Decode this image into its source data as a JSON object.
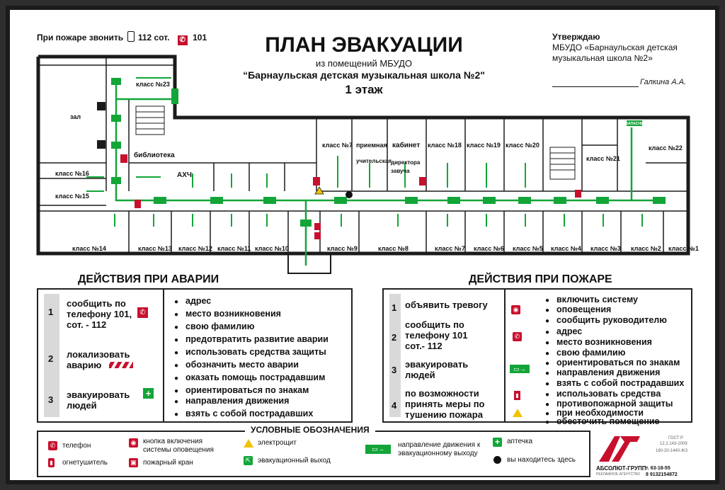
{
  "header": {
    "fire_call_prefix": "При пожаре звонить",
    "fire_call_mobile": "112 сот.",
    "fire_call_phone": "101",
    "title": "ПЛАН ЭВАКУАЦИИ",
    "subtitle1": "из помещений МБУДО",
    "subtitle2": "“Барнаульская детская музыкальная школа №2\"",
    "floor": "1 этаж"
  },
  "approval": {
    "title": "Утверждаю",
    "line1": "МБУДО «Барнаульская детская",
    "line2": "музыкальная школа №2»",
    "signer": "Галкина А.А."
  },
  "rooms": {
    "zal": "зал",
    "klass23": "класс №23",
    "biblioteka": "библиотека",
    "klass16": "класс №16",
    "klass15": "класс №15",
    "akhch": "АХЧ",
    "klass14": "класс №14",
    "klass13": "класс №13",
    "klass12": "класс №12",
    "klass11": "класс №11",
    "klass10": "класс №10",
    "klass9": "класс №9",
    "klass8": "класс №8",
    "klass7b": "класс №7",
    "klass6": "класс №6",
    "klass5": "класс №5",
    "klass4": "класс №4",
    "klass3": "класс №3",
    "klass2": "класс №2",
    "klass1": "класс №1",
    "klass7": "класс №7",
    "priemnaya": "приемная",
    "uchitelskaya": "учительская",
    "kabinet": "кабинет",
    "direktora1": "директора",
    "direktora2": "завуча",
    "klass18": "класс №18",
    "klass19": "класс №19",
    "klass20": "класс №20",
    "klass21": "класс №21",
    "klass22": "класс №22",
    "exit_label": "ЗАПАСНЫЙ ВЫХОД"
  },
  "accident": {
    "heading": "ДЕЙСТВИЯ ПРИ АВАРИИ",
    "steps": [
      {
        "num": "1",
        "text1": "сообщить по",
        "text2": "телефону 101,",
        "text3": "сот. - 112"
      },
      {
        "num": "2",
        "text1": "локализовать",
        "text2": "аварию"
      },
      {
        "num": "3",
        "text1": "эвакуировать",
        "text2": "людей"
      }
    ],
    "bullets": [
      "адрес",
      "место возникновения",
      "свою фамилию",
      "предотвратить развитие аварии",
      "использовать средства защиты",
      "обозначить место аварии",
      "оказать помощь пострадавшим",
      "ориентироваться по знакам",
      "направления движения",
      "взять с собой пострадавших"
    ]
  },
  "fire": {
    "heading": "ДЕЙСТВИЯ ПРИ ПОЖАРЕ",
    "steps": [
      {
        "num": "1",
        "text1": "объявить тревогу"
      },
      {
        "num": "2",
        "text1": "сообщить по",
        "text2": "телефону 101",
        "text3": "сот.- 112"
      },
      {
        "num": "3",
        "text1": "эвакуировать",
        "text2": "людей"
      },
      {
        "num": "4",
        "text1": "по возможности",
        "text2": "принять меры по",
        "text3": "тушению пожара"
      }
    ],
    "bullets": [
      "включить систему",
      "оповещения",
      "сообщить руководителю",
      "адрес",
      "место возникновения",
      "свою фамилию",
      "ориентироваться по знакам",
      "направления движения",
      "взять с собой пострадавших",
      "использовать средства",
      "противопожарной защиты",
      "при необходимости",
      "обесточить помещение"
    ]
  },
  "legend": {
    "heading": "УСЛОВНЫЕ ОБОЗНАЧЕНИЯ",
    "phone": "телефон",
    "extinguisher": "огнетушитель",
    "alarm_button1": "кнопка включения",
    "alarm_button2": "системы оповещения",
    "hydrant": "пожарный кран",
    "electric": "электрощит",
    "exit": "эвакуационный выход",
    "direction1": "направление движения  к",
    "direction2": "эвакуационному выходу",
    "first_aid": "аптечка",
    "you_are_here": "вы находитесь здесь"
  },
  "company": {
    "name": "АБСОЛЮТ-ГРУПП",
    "tagline": "РЕКЛАМНОЕ АГЕНТСТВО",
    "gost1": "ГОСТ Р",
    "gost2": "12.2.143-2009",
    "code": "180-20-1440-ЖЗ",
    "phone1": "т. 63-18-55",
    "phone2": "8 9132154872"
  },
  "colors": {
    "accent_green": "#13a538",
    "accent_red": "#c8102e",
    "wall": "#1b1b1b"
  }
}
